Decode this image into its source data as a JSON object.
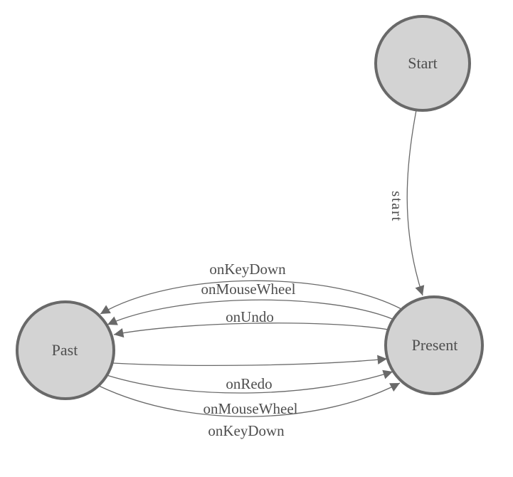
{
  "diagram": {
    "kind": "state-machine-graph",
    "colors": {
      "background": "#ffffff",
      "node_fill": "#d3d3d3",
      "node_stroke": "#696969",
      "edge_stroke": "#696969",
      "arrowhead_fill": "#696969",
      "label_text": "#4e4e4e"
    },
    "nodes": [
      {
        "id": "start",
        "label": "Start"
      },
      {
        "id": "present",
        "label": "Present"
      },
      {
        "id": "past",
        "label": "Past"
      }
    ],
    "edges": [
      {
        "from": "Start",
        "to": "Present",
        "label": "start"
      },
      {
        "from": "Present",
        "to": "Past",
        "label": "onKeyDown"
      },
      {
        "from": "Present",
        "to": "Past",
        "label": "onMouseWheel"
      },
      {
        "from": "Present",
        "to": "Past",
        "label": "onUndo"
      },
      {
        "from": "Past",
        "to": "Present",
        "label": "onRedo"
      },
      {
        "from": "Past",
        "to": "Present",
        "label": "onMouseWheel"
      },
      {
        "from": "Past",
        "to": "Present",
        "label": "onKeyDown"
      }
    ]
  }
}
